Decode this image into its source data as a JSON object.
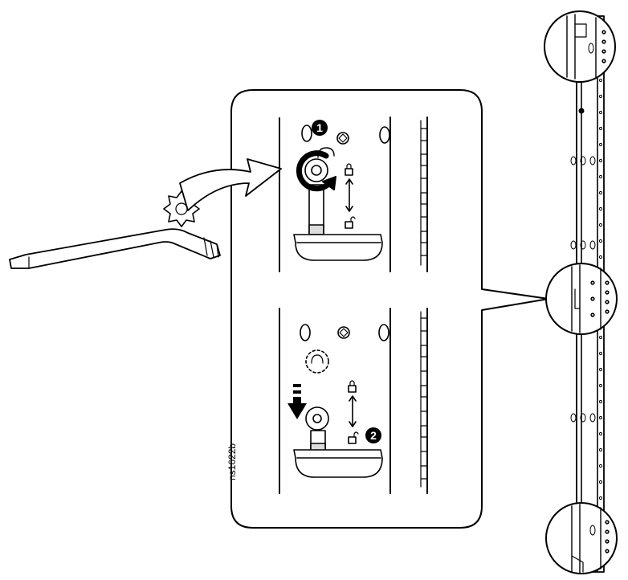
{
  "figure": {
    "id_label": "ns1622b",
    "steps": [
      {
        "number": "1",
        "description": "rotate-lock-cam"
      },
      {
        "number": "2",
        "description": "slide-down-unlock"
      }
    ],
    "icons": [
      "torx-key-icon",
      "torx-bit-icon",
      "curved-arrow-icon",
      "rotate-arrow-icon",
      "padlock-closed-icon",
      "padlock-open-icon",
      "down-arrow-icon",
      "double-arrow-icon"
    ],
    "colors": {
      "line": "#000000",
      "fill": "#ffffff",
      "light_fill": "#f2f2f2",
      "badge": "#000000"
    }
  }
}
